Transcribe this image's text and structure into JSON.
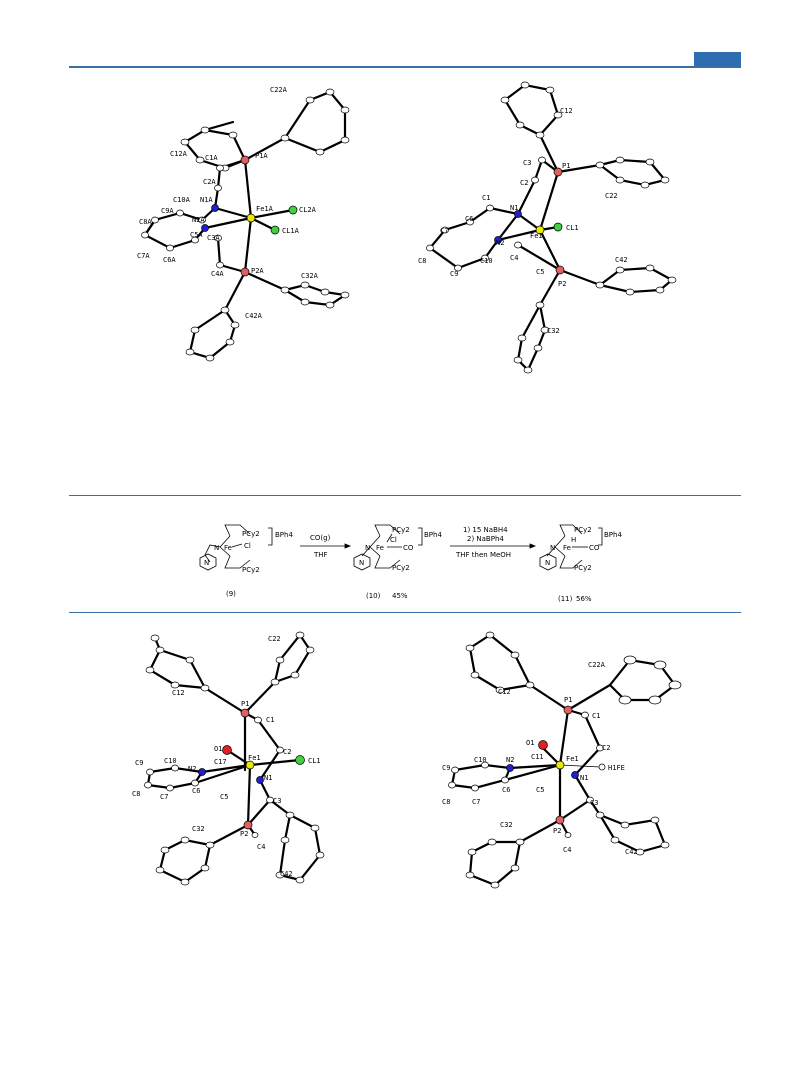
{
  "header": {
    "accent_color": "#2f6db3",
    "rule_color": "#3a6ea5"
  },
  "fig_top_left": {
    "labels": {
      "c22a": "C22A",
      "p1a": "P1A",
      "c12a": "C12A",
      "c1a": "C1A",
      "c2a": "C2A",
      "c10a": "C10A",
      "n1a": "N1A",
      "fe1a": "Fe1A",
      "cl2a": "CL2A",
      "c9a": "C9A",
      "c8a": "C8A",
      "n2a": "N2A",
      "cl1a": "CL1A",
      "c5a": "C5A",
      "c3a": "C3A",
      "c7a": "C7A",
      "c6a": "C6A",
      "c4a": "C4A",
      "p2a": "P2A",
      "c32a": "C32A",
      "c42a": "C42A"
    }
  },
  "fig_top_right": {
    "labels": {
      "c12": "C12",
      "c3": "C3",
      "p1": "P1",
      "c2": "C2",
      "c22": "C22",
      "c1": "C1",
      "n1": "N1",
      "c6": "C6",
      "fe1": "Fe1",
      "cl1": "CL1",
      "c7": "C7",
      "n2": "N2",
      "c8": "C8",
      "c9": "C9",
      "c10": "C10",
      "c4": "C4",
      "c5": "C5",
      "c42": "C42",
      "p2": "P2",
      "c32": "C32"
    }
  },
  "scheme": {
    "cmpd9": {
      "pcy2_top": "PCy2",
      "pcy2_bot": "PCy2",
      "bph4": "BPh4",
      "fe": "Fe",
      "cl": "Cl",
      "n1": "N",
      "n2": "N",
      "label": "(9)"
    },
    "arrow1": {
      "above": "CO(g)",
      "below": "THF"
    },
    "cmpd10": {
      "pcy2_top": "PCy2",
      "pcy2_bot": "PCy2",
      "bph4": "BPh4",
      "fe": "Fe",
      "cl": "Cl",
      "co": "CO",
      "n1": "N",
      "n2": "N",
      "label_num": "(10)",
      "label_yield": "45%"
    },
    "arrow2": {
      "line1": "1) 15 NaBH4",
      "line2": "2) NaBPh4",
      "below": "THF then MeOH"
    },
    "cmpd11": {
      "pcy2_top": "PCy2",
      "pcy2_bot": "PCy2",
      "bph4": "BPh4",
      "fe": "Fe",
      "h": "H",
      "co": "CO",
      "n1": "N",
      "n2": "N",
      "label_num": "(11)",
      "label_yield": "56%"
    }
  },
  "fig_bottom_left": {
    "labels": {
      "c22": "C22",
      "c12": "C12",
      "p1": "P1",
      "c1": "C1",
      "o1": "O1",
      "fe1": "Fe1",
      "c2": "C2",
      "cl1": "CL1",
      "c17": "C17",
      "c9": "C9",
      "c10": "C10",
      "n2": "N2",
      "n1": "N1",
      "c8": "C8",
      "c7": "C7",
      "c6": "C6",
      "c5": "C5",
      "c3": "C3",
      "c32": "C32",
      "p2": "P2",
      "c4": "C4",
      "c42": "C42"
    }
  },
  "fig_bottom_right": {
    "labels": {
      "c22a": "C22A",
      "c12": "C12",
      "p1": "P1",
      "c1": "C1",
      "o1": "O1",
      "c2": "C2",
      "c11": "C11",
      "fe1": "Fe1",
      "c9": "C9",
      "c10": "C10",
      "n2": "N2",
      "h1fe": "H1FE",
      "n1": "N1",
      "c8": "C8",
      "c7": "C7",
      "c6": "C6",
      "c5": "C5",
      "c3": "C3",
      "c32": "C32",
      "p2": "P2",
      "c4": "C4",
      "c42": "C42"
    }
  },
  "atom_colors": {
    "P": "#e06060",
    "Fe": "#e8e800",
    "Cl": "#40d040",
    "N": "#2020d0",
    "O": "#e02020"
  }
}
